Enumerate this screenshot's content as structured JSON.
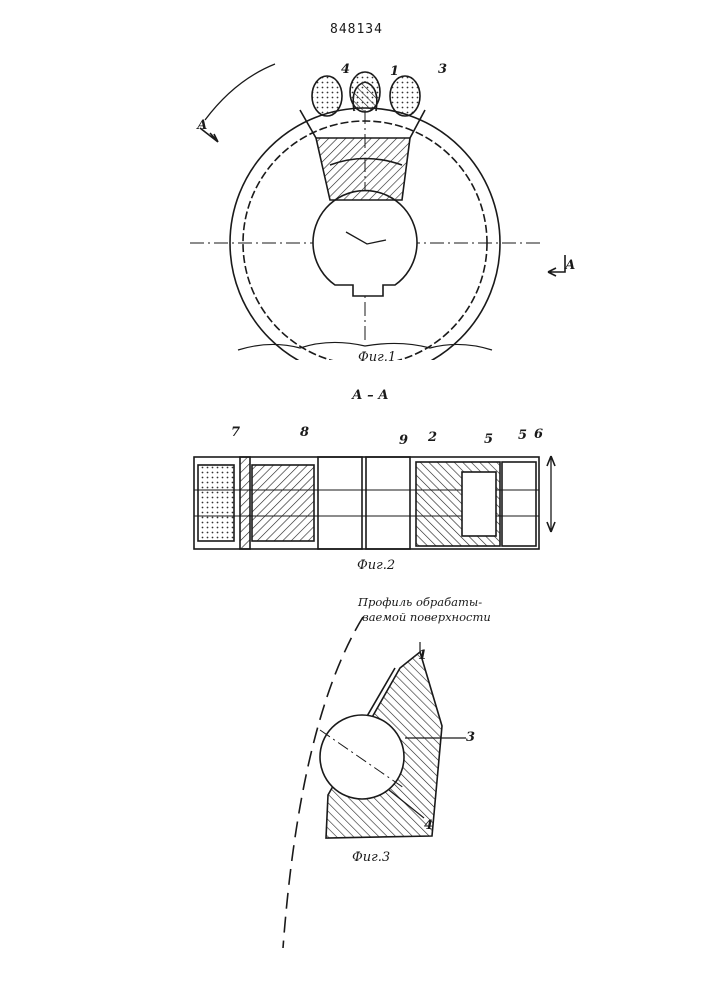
{
  "patent_number": "848134",
  "fig1": {
    "caption": "Фиг.1",
    "labels": [
      "4",
      "1",
      "3"
    ],
    "section_mark": "А"
  },
  "section": {
    "title": "А – А"
  },
  "fig2": {
    "caption": "Фиг.2",
    "labels": [
      "7",
      "8",
      "9",
      "2",
      "5",
      "5",
      "6"
    ]
  },
  "fig3": {
    "caption": "Фиг.3",
    "note": [
      "Профиль обрабаты-",
      "ваемой поверхности"
    ],
    "labels": [
      "1",
      "3",
      "4"
    ]
  }
}
